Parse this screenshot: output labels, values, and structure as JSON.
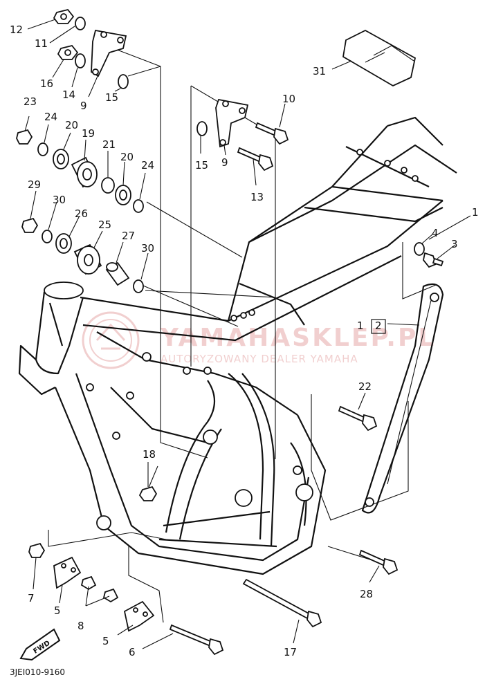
{
  "diagram": {
    "drawing_code": "3JEI010-9160",
    "fwd_badge": "FWD",
    "watermark": {
      "line1": "YAMAHASKLEP.PL",
      "line2": "AUTORYZOWANY DEALER YAMAHA"
    },
    "callouts": [
      {
        "id": "c12",
        "text": "12"
      },
      {
        "id": "c11",
        "text": "11"
      },
      {
        "id": "c16",
        "text": "16"
      },
      {
        "id": "c14",
        "text": "14"
      },
      {
        "id": "c9a",
        "text": "9"
      },
      {
        "id": "c15a",
        "text": "15"
      },
      {
        "id": "c23",
        "text": "23"
      },
      {
        "id": "c24a",
        "text": "24"
      },
      {
        "id": "c20a",
        "text": "20"
      },
      {
        "id": "c19",
        "text": "19"
      },
      {
        "id": "c21",
        "text": "21"
      },
      {
        "id": "c20b",
        "text": "20"
      },
      {
        "id": "c24b",
        "text": "24"
      },
      {
        "id": "c29",
        "text": "29"
      },
      {
        "id": "c30a",
        "text": "30"
      },
      {
        "id": "c26",
        "text": "26"
      },
      {
        "id": "c25",
        "text": "25"
      },
      {
        "id": "c27",
        "text": "27"
      },
      {
        "id": "c30b",
        "text": "30"
      },
      {
        "id": "c10",
        "text": "10"
      },
      {
        "id": "c15b",
        "text": "15"
      },
      {
        "id": "c9b",
        "text": "9"
      },
      {
        "id": "c13",
        "text": "13"
      },
      {
        "id": "c31",
        "text": "31"
      },
      {
        "id": "c1",
        "text": "1"
      },
      {
        "id": "c4",
        "text": "4"
      },
      {
        "id": "c3",
        "text": "3"
      },
      {
        "id": "c12b",
        "text": "1"
      },
      {
        "id": "c2",
        "text": "2"
      },
      {
        "id": "c22",
        "text": "22"
      },
      {
        "id": "c18",
        "text": "18"
      },
      {
        "id": "c7",
        "text": "7"
      },
      {
        "id": "c5a",
        "text": "5"
      },
      {
        "id": "c8",
        "text": "8"
      },
      {
        "id": "c5b",
        "text": "5"
      },
      {
        "id": "c6",
        "text": "6"
      },
      {
        "id": "c17",
        "text": "17"
      },
      {
        "id": "c28",
        "text": "28"
      }
    ]
  }
}
